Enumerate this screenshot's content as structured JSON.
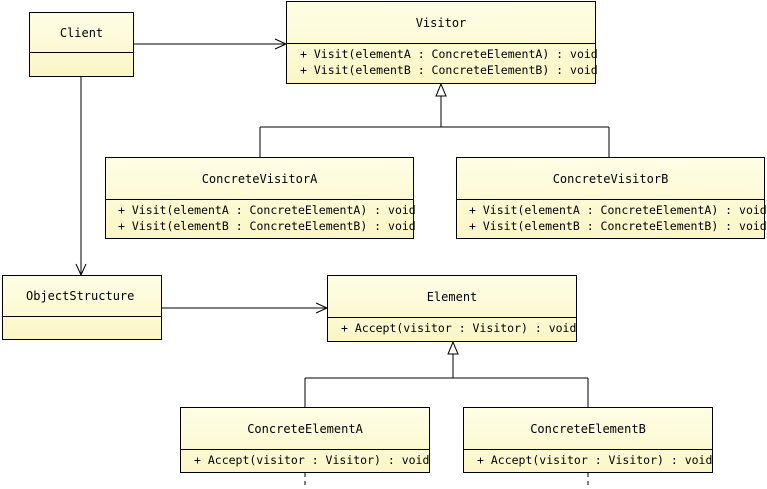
{
  "classes": {
    "client": {
      "name": "Client",
      "operations": []
    },
    "visitor": {
      "name": "Visitor",
      "operations": [
        "+ Visit(elementA : ConcreteElementA) : void",
        "+ Visit(elementB : ConcreteElementB) : void"
      ]
    },
    "concrete_visitor_a": {
      "name": "ConcreteVisitorA",
      "operations": [
        "+ Visit(elementA : ConcreteElementA) : void",
        "+ Visit(elementB : ConcreteElementB) : void"
      ]
    },
    "concrete_visitor_b": {
      "name": "ConcreteVisitorB",
      "operations": [
        "+ Visit(elementA : ConcreteElementA) : void",
        "+ Visit(elementB : ConcreteElementB) : void"
      ]
    },
    "object_structure": {
      "name": "ObjectStructure",
      "operations": []
    },
    "element": {
      "name": "Element",
      "operations": [
        "+ Accept(visitor : Visitor) : void"
      ]
    },
    "concrete_element_a": {
      "name": "ConcreteElementA",
      "operations": [
        "+ Accept(visitor : Visitor) : void"
      ]
    },
    "concrete_element_b": {
      "name": "ConcreteElementB",
      "operations": [
        "+ Accept(visitor : Visitor) : void"
      ]
    }
  },
  "relationships": [
    {
      "type": "association",
      "from": "Client",
      "to": "Visitor"
    },
    {
      "type": "association",
      "from": "Client",
      "to": "ObjectStructure"
    },
    {
      "type": "association",
      "from": "ObjectStructure",
      "to": "Element"
    },
    {
      "type": "generalization",
      "from": "ConcreteVisitorA",
      "to": "Visitor"
    },
    {
      "type": "generalization",
      "from": "ConcreteVisitorB",
      "to": "Visitor"
    },
    {
      "type": "generalization",
      "from": "ConcreteElementA",
      "to": "Element"
    },
    {
      "type": "generalization",
      "from": "ConcreteElementB",
      "to": "Element"
    }
  ],
  "colors": {
    "box_fill_top": "#fefee6",
    "box_fill_bottom": "#fbf6c6",
    "line": "#000000"
  }
}
